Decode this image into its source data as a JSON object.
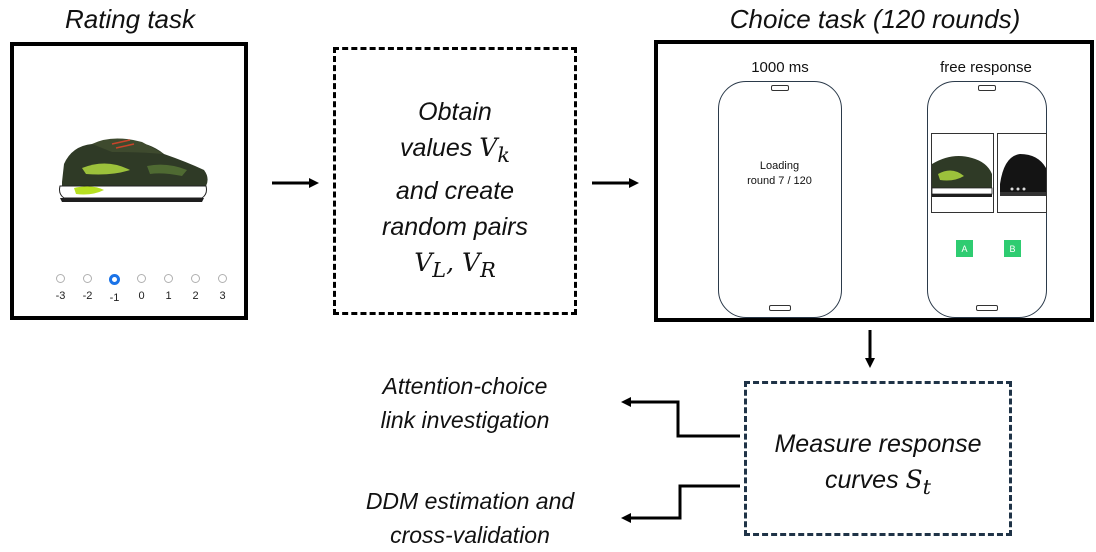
{
  "rating": {
    "title": "Rating task",
    "scale": [
      "-3",
      "-2",
      "-1",
      "0",
      "1",
      "2",
      "3"
    ],
    "selected": "-1"
  },
  "middle": {
    "line1": "Obtain",
    "line2": "values",
    "line3": "and create",
    "line4": "random pairs",
    "vk": "V",
    "vk_sub": "k",
    "vl": "V",
    "vl_sub": "L",
    "vr": "V",
    "vr_sub": "R",
    "comma": ","
  },
  "choice": {
    "title": "Choice task (120 rounds)",
    "phone1_label": "1000 ms",
    "loading_line1": "Loading",
    "loading_line2": "round 7 / 120",
    "phone2_label": "free response",
    "button_a": "A",
    "button_b": "B"
  },
  "measure": {
    "line1": "Measure response",
    "line2": "curves",
    "st": "S",
    "st_sub": "t"
  },
  "outputs": {
    "attention_line1": "Attention-choice",
    "attention_line2": "link investigation",
    "ddm_line1": "DDM estimation and",
    "ddm_line2": "cross-validation"
  },
  "colors": {
    "selected_radio": "#1a73e8",
    "choice_button": "#2ecc71",
    "measure_border": "#1f3347"
  }
}
